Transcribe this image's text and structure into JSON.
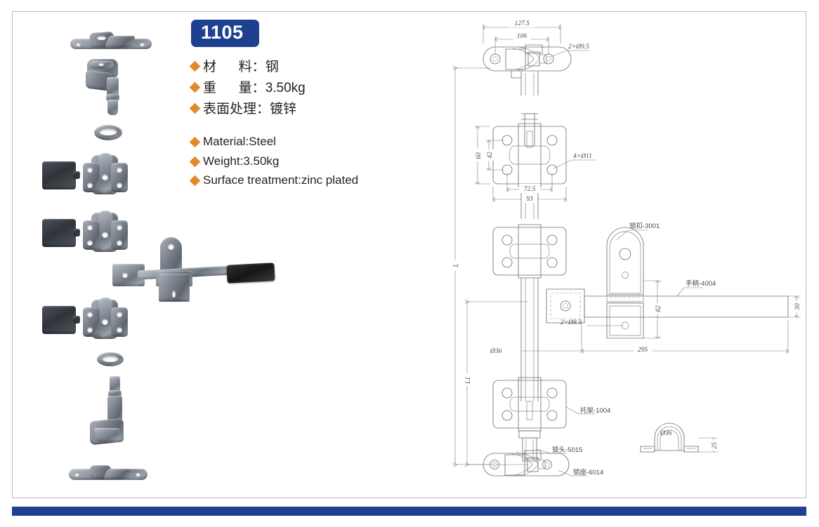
{
  "document": {
    "model_badge": "1105",
    "accent_blue": "#1f3f8f",
    "bullet_orange": "#e08a2e"
  },
  "specs_cn": [
    {
      "label": "材      料：",
      "value": "钢"
    },
    {
      "label": "重      量：",
      "value": "3.50kg"
    },
    {
      "label": "表面处理：",
      "value": "镀锌"
    }
  ],
  "specs_en": [
    {
      "text": "Material:Steel"
    },
    {
      "text": "Weight:3.50kg"
    },
    {
      "text": "Surface treatment:zinc plated"
    }
  ],
  "drawing": {
    "dimensions": {
      "top_width_outer": "127.5",
      "top_width_inner": "106",
      "top_holes": "2×Ø9.5",
      "bracket_height_outer": "60",
      "bracket_height_inner": "42",
      "bracket_holes": "4×Ø11",
      "bracket_width_inner": "72.5",
      "bracket_width_outer": "93",
      "handle_holes": "2×Ø8.5",
      "handle_plate_height": "82",
      "handle_bar_height": "30",
      "handle_length": "295",
      "shaft_diameter": "Ø36",
      "overall_length": "L",
      "lower_length": "L1",
      "clip_diameter": "Ø36",
      "clip_height": "25"
    },
    "callouts": [
      {
        "id": "lock-cam",
        "text": "锁扣-3001"
      },
      {
        "id": "handle",
        "text": "手柄-4004"
      },
      {
        "id": "bracket",
        "text": "托架-1004"
      },
      {
        "id": "lock-head",
        "text": "锁头-5015"
      },
      {
        "id": "lock-base",
        "text": "锁座-6014"
      }
    ]
  },
  "photos": [
    {
      "id": "keeper-plate-top",
      "name": "keeper plate"
    },
    {
      "id": "cam-shaft-upper",
      "name": "upper cam and shaft"
    },
    {
      "id": "nylon-ring-upper",
      "name": "bearing ring"
    },
    {
      "id": "bracket-upper",
      "name": "mounting bracket"
    },
    {
      "id": "bracket-middle",
      "name": "mounting bracket"
    },
    {
      "id": "handle-assembly",
      "name": "handle assembly"
    },
    {
      "id": "bracket-lower",
      "name": "mounting bracket"
    },
    {
      "id": "nylon-ring-lower",
      "name": "bearing ring"
    },
    {
      "id": "cam-shaft-lower",
      "name": "lower cam and shaft"
    },
    {
      "id": "keeper-plate-bottom",
      "name": "keeper plate"
    }
  ]
}
